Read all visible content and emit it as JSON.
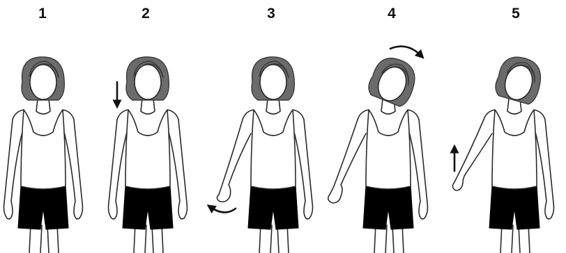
{
  "steps": [
    {
      "number": "1",
      "color": "#111111"
    },
    {
      "number": "2",
      "color": "#111111"
    },
    {
      "number": "3",
      "color": "#111111"
    },
    {
      "number": "4",
      "color": "#111111"
    },
    {
      "number": "5",
      "color": "#111111"
    }
  ],
  "colors": {
    "hair": "#6b6b6b",
    "shorts": "#000000",
    "outline": "#2a2a2a",
    "arrow": "#111111"
  }
}
